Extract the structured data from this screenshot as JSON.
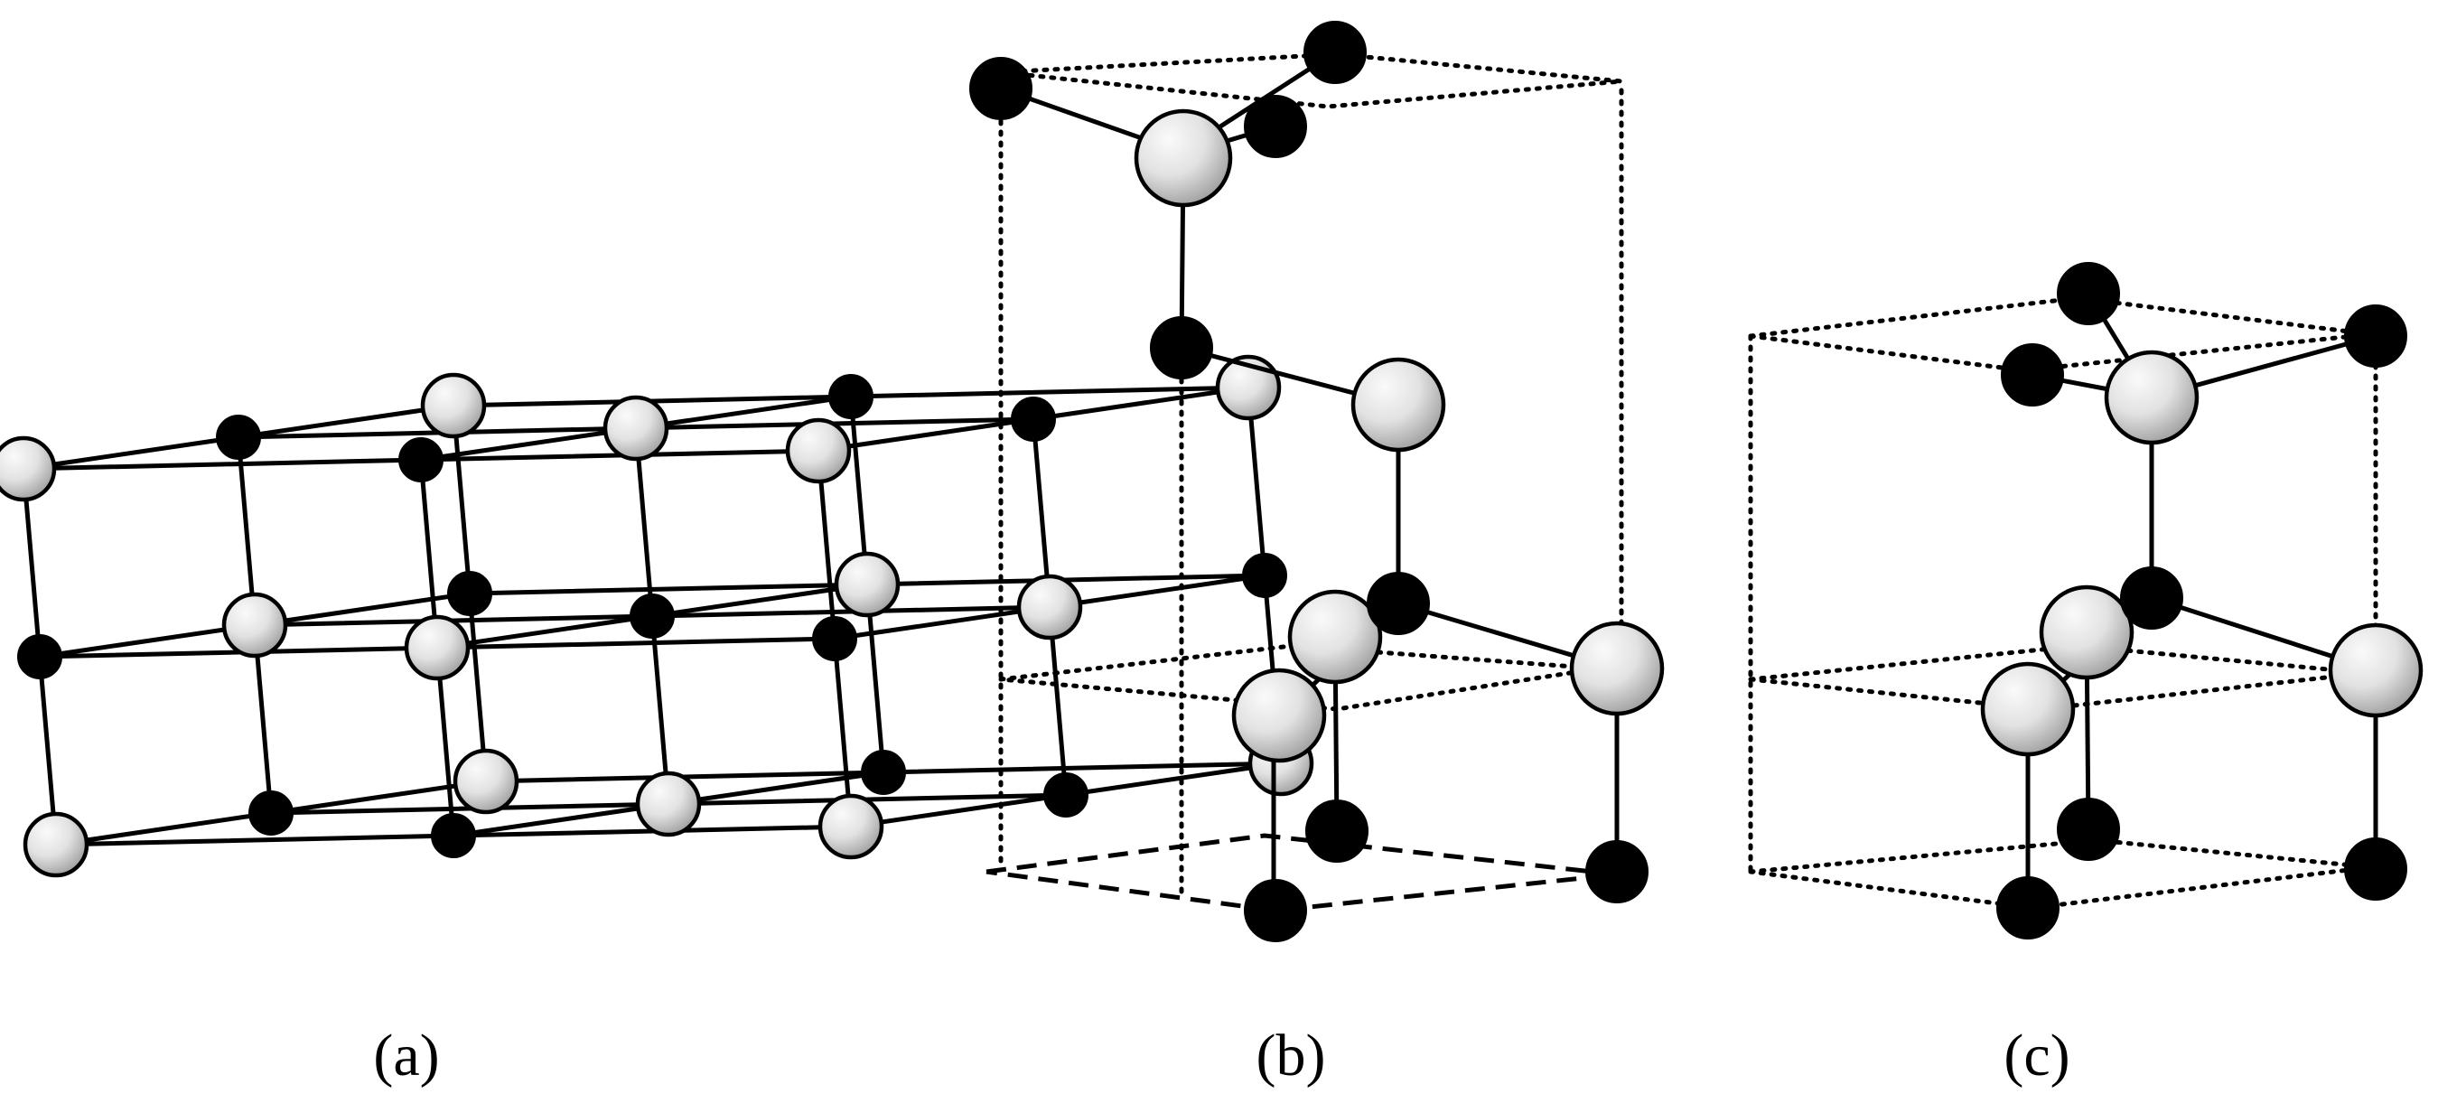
{
  "panels": [
    {
      "id": "a",
      "label": "(a)"
    },
    {
      "id": "b",
      "label": "(b)"
    },
    {
      "id": "c",
      "label": "(c)"
    }
  ],
  "colors": {
    "large_atom_light": "#f7f7f7",
    "large_atom_dark": "#8c8c8c",
    "small_atom": "#000000",
    "bond": "#000000",
    "background": "#ffffff"
  }
}
